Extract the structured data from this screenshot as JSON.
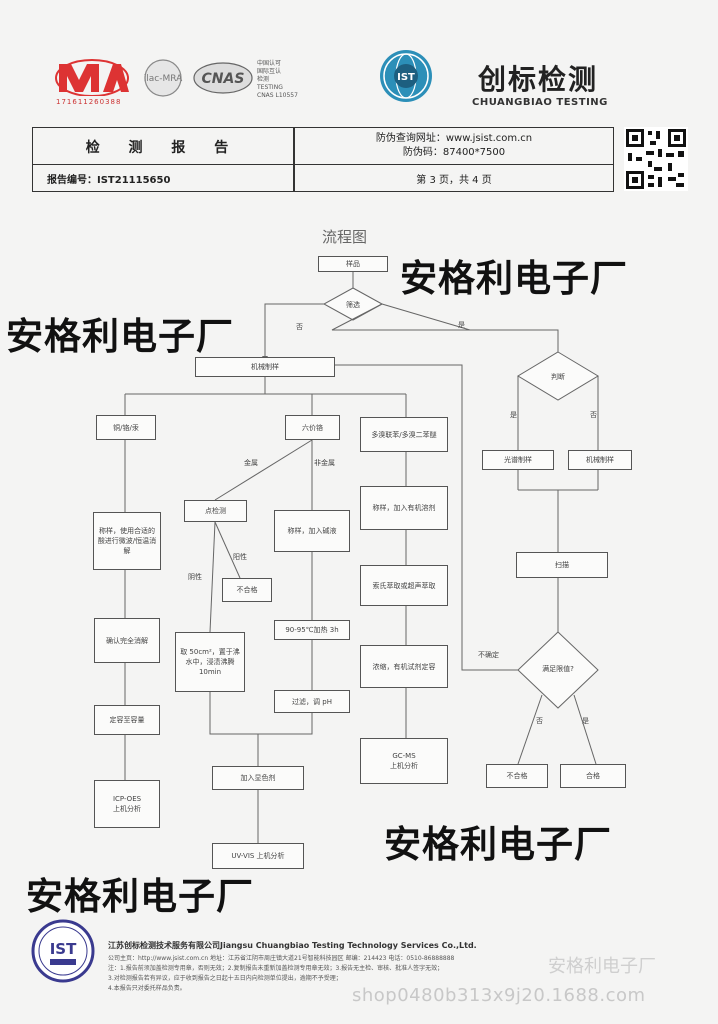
{
  "header": {
    "cma_sub": "171611260388",
    "cnas_text": [
      "中国认可",
      "国际互认",
      "检测",
      "TESTING",
      "CNAS L10557"
    ],
    "brand_cn": "创标检测",
    "brand_en": "CHUANGBIAO TESTING"
  },
  "report": {
    "title": "检 测 报 告",
    "anti_site": "防伪查询网址：www.jsist.com.cn",
    "anti_code": "防伪码：87400*7500",
    "report_no": "报告编号：IST21115650",
    "page": "第 3 页，共 4 页"
  },
  "flowchart": {
    "title": "流程图",
    "nodes": {
      "sample": "样品",
      "screen": "筛选",
      "mech_prep": "机械制样",
      "br_cl": "铜/铬/汞",
      "cr6": "六价铬",
      "pbb": "多溴联苯/多溴二苯醚",
      "judge": "判断",
      "weigh_micro": "称样，使用合适的酸进行微波/恒温消解",
      "spot": "点检测",
      "weigh_alkali": "称样，加入碱液",
      "weigh_solvent": "称样，加入有机溶剂",
      "fail1": "不合格",
      "confirm": "确认完全消解",
      "wipe": "取 50cm²，置于沸水中，浸渍沸腾 10min",
      "heat": "90-95℃加热 3h",
      "soxhlet": "索氏萃取或超声萃取",
      "dilute": "定容至容量",
      "filter": "过滤，调 pH",
      "filter2": "浓缩，有机试剂定容",
      "icp": "ICP-OES",
      "icp_sub": "上机分析",
      "colorant": "加入显色剂",
      "gcms": "GC-MS",
      "gcms_sub": "上机分析",
      "uvvis": "UV-VIS 上机分析",
      "optical": "光谱制样",
      "mech2": "机械制样",
      "scan": "扫描",
      "satisfy": "满足限值?",
      "fail2": "不合格",
      "pass": "合格"
    },
    "labels": {
      "no": "否",
      "yes": "是",
      "metal": "金属",
      "nonmetal": "非金属",
      "negative": "阴性",
      "positive": "阳性",
      "uncertain": "不确定",
      "yes2": "是",
      "no2": "否",
      "no3": "否",
      "yes3": "是"
    }
  },
  "watermarks": [
    "安格利电子厂",
    "安格利电子厂",
    "安格利电子厂",
    "安格利电子厂"
  ],
  "footer": {
    "seal": "IST",
    "company": "江苏创标检测技术服务有限公司Jiangsu Chuangbiao Testing Technology Services Co.,Ltd.",
    "lines": [
      "公司主页：http://www.jsist.com.cn  地址：江苏省江阴市周庄镇大道21号智能科技园区  邮编：214423  电话：0510-86888888",
      "注：1.报告前须加盖检测专用章，否则无效；2.复制报告未重新加盖检测专用章无效；3.报告无主检、审核、批准人签字无效；",
      "3.对检测报告若有异议，应于收到报告之日起十五日内向检测单位提出，逾期不予受理；",
      "4.本报告只对委托样品负责。"
    ],
    "faint": "安格利电子厂",
    "shop": "shop0480b313x9j20.1688.com"
  }
}
